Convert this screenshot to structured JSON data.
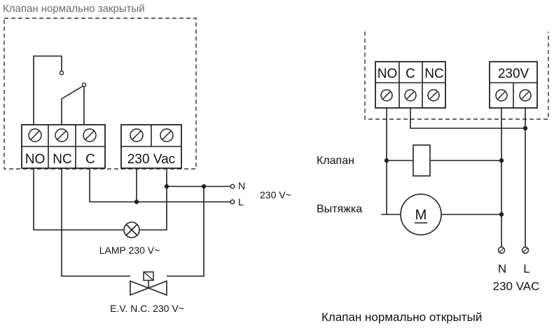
{
  "left_diagram": {
    "title": "Клапан нормально закрытый",
    "terminals": [
      "NO",
      "NC",
      "C"
    ],
    "power_terminal": "230 Vac",
    "line_n": "N",
    "line_l": "L",
    "supply": "230 V~",
    "lamp": "LAMP 230 V~",
    "valve": "E.V. N.C. 230 V~"
  },
  "right_diagram": {
    "terminals": [
      "NO",
      "C",
      "NC"
    ],
    "power_terminal": "230V",
    "valve_label": "Клапан",
    "fan_label": "Вытяжка",
    "motor_symbol": "M",
    "line_n": "N",
    "line_l": "L",
    "supply": "230 VAC",
    "caption": "Клапан нормально открытый"
  }
}
